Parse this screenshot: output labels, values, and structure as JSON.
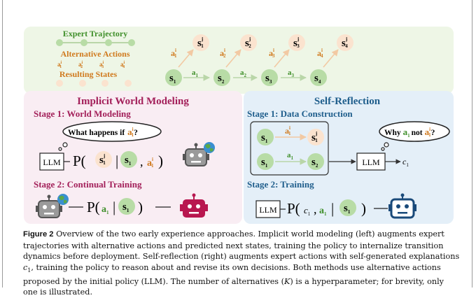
{
  "colors": {
    "top_panel_bg": "#eef6e6",
    "left_panel_bg": "#f9edf3",
    "right_panel_bg": "#e4eff8",
    "expert_green": "#3f8f2a",
    "action_orange": "#d07a1e",
    "state_green_fill": "#b8dca6",
    "state_orange_fill": "#fbe3cf",
    "implicit_title": "#a3205a",
    "reflection_title": "#1f5e8c",
    "robot_gray": "#555555",
    "robot_pink": "#b8174f",
    "robot_blue": "#1a4a7a"
  },
  "legend": {
    "expert": "Expert Trajectory",
    "alternative": "Alternative Actions",
    "resulting": "Resulting States"
  },
  "symbols": {
    "s": "s",
    "a": "a",
    "idx_1": "1",
    "idx_2": "2",
    "idx_3": "3",
    "idx_4": "4",
    "sup_j": "j",
    "sup_i": "i"
  },
  "implicit": {
    "title": "Implicit World Modeling",
    "stage1": "Stage 1: World Modeling",
    "bubble_text": "What happens if",
    "bubble_q": "?",
    "llm": "LLM",
    "P": "P(",
    "bar": "|",
    "comma": ",",
    "close": ")",
    "stage2": "Stage 2: Continual Training"
  },
  "reflection": {
    "title": "Self-Reflection",
    "stage1": "Stage 1: Data Construction",
    "bubble_why": "Why",
    "bubble_not": "not",
    "bubble_q": "?",
    "llm": "LLM",
    "c": "c",
    "stage2": "Stage 2: Training",
    "P": "P(",
    "comma": ",",
    "bar": "|",
    "close": ")"
  },
  "caption": {
    "fig_label": "Figure 2",
    "text_1": "Overview of the two early experience approaches. Implicit world modeling (left) augments expert trajectories with alternative actions and predicted next states, training the policy to internalize transition dynamics before deployment. Self-reflection (right) augments expert actions with self-generated explanations",
    "c1": "c",
    "c1_sub": "1",
    "text_2": ", training the policy to reason about and revise its own decisions. Both methods use alternative actions proposed by the initial policy (LLM). The number of alternatives (",
    "K": "K",
    "text_3": ") is a hyperparameter; for brevity, only one is illustrated."
  }
}
